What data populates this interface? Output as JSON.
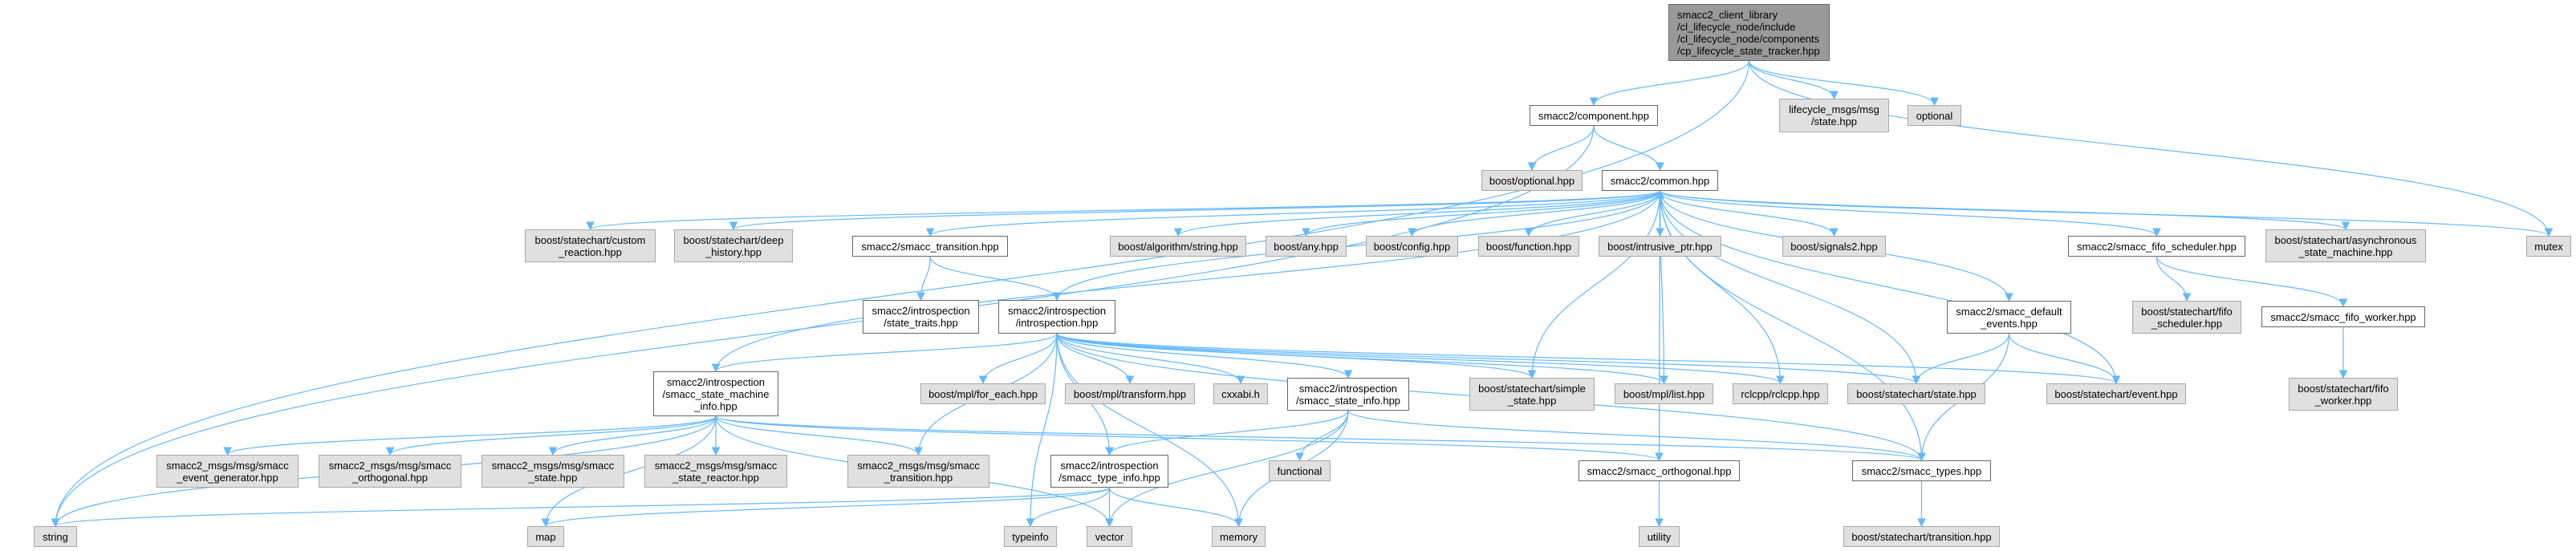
{
  "graph": {
    "type": "include-dependency-graph",
    "nodes": {
      "root": "smacc2_client_library\n/cl_lifecycle_node/include\n/cl_lifecycle_node/components\n/cp_lifecycle_state_tracker.hpp",
      "component": "smacc2/component.hpp",
      "boost_optional": "boost/optional.hpp",
      "common": "smacc2/common.hpp",
      "lifecycle_msgs": "lifecycle_msgs/msg\n/state.hpp",
      "optional": "optional",
      "custom_reaction": "boost/statechart/custom\n_reaction.hpp",
      "deep_history": "boost/statechart/deep\n_history.hpp",
      "smacc_transition": "smacc2/smacc_transition.hpp",
      "algorithm_string": "boost/algorithm/string.hpp",
      "any": "boost/any.hpp",
      "config": "boost/config.hpp",
      "function": "boost/function.hpp",
      "intrusive_ptr": "boost/intrusive_ptr.hpp",
      "signals2": "boost/signals2.hpp",
      "fifo_scheduler": "smacc2/smacc_fifo_scheduler.hpp",
      "async_sm": "boost/statechart/asynchronous\n_state_machine.hpp",
      "mutex": "mutex",
      "state_traits": "smacc2/introspection\n/state_traits.hpp",
      "introspection": "smacc2/introspection\n/introspection.hpp",
      "default_events": "smacc2/smacc_default\n_events.hpp",
      "boost_fifo_scheduler": "boost/statechart/fifo\n_scheduler.hpp",
      "fifo_worker": "smacc2/smacc_fifo_worker.hpp",
      "state_machine_info": "smacc2/introspection\n/smacc_state_machine\n_info.hpp",
      "for_each": "boost/mpl/for_each.hpp",
      "transform": "boost/mpl/transform.hpp",
      "cxxabi": "cxxabi.h",
      "state_info": "smacc2/introspection\n/smacc_state_info.hpp",
      "simple_state": "boost/statechart/simple\n_state.hpp",
      "mpl_list": "boost/mpl/list.hpp",
      "rclcpp": "rclcpp/rclcpp.hpp",
      "state_hpp": "boost/statechart/state.hpp",
      "event_hpp": "boost/statechart/event.hpp",
      "boost_fifo_worker": "boost/statechart/fifo\n_worker.hpp",
      "msg_event_generator": "smacc2_msgs/msg/smacc\n_event_generator.hpp",
      "msg_orthogonal": "smacc2_msgs/msg/smacc\n_orthogonal.hpp",
      "msg_state": "smacc2_msgs/msg/smacc\n_state.hpp",
      "msg_state_reactor": "smacc2_msgs/msg/smacc\n_state_reactor.hpp",
      "msg_transition": "smacc2_msgs/msg/smacc\n_transition.hpp",
      "type_info": "smacc2/introspection\n/smacc_type_info.hpp",
      "functional": "functional",
      "smacc_orthogonal": "smacc2/smacc_orthogonal.hpp",
      "smacc_types": "smacc2/smacc_types.hpp",
      "string": "string",
      "map": "map",
      "typeinfo": "typeinfo",
      "vector": "vector",
      "memory": "memory",
      "utility": "utility",
      "transition_hpp": "boost/statechart/transition.hpp"
    },
    "edges": [
      [
        "root",
        "string"
      ],
      [
        "root",
        "component"
      ],
      [
        "root",
        "lifecycle_msgs"
      ],
      [
        "root",
        "optional"
      ],
      [
        "root",
        "mutex"
      ],
      [
        "component",
        "string"
      ],
      [
        "component",
        "boost_optional"
      ],
      [
        "component",
        "common"
      ],
      [
        "common",
        "custom_reaction"
      ],
      [
        "common",
        "deep_history"
      ],
      [
        "common",
        "smacc_transition"
      ],
      [
        "common",
        "introspection"
      ],
      [
        "common",
        "algorithm_string"
      ],
      [
        "common",
        "any"
      ],
      [
        "common",
        "config"
      ],
      [
        "common",
        "function"
      ],
      [
        "common",
        "intrusive_ptr"
      ],
      [
        "common",
        "signals2"
      ],
      [
        "common",
        "default_events"
      ],
      [
        "common",
        "fifo_scheduler"
      ],
      [
        "common",
        "async_sm"
      ],
      [
        "common",
        "mutex"
      ],
      [
        "common",
        "simple_state"
      ],
      [
        "common",
        "mpl_list"
      ],
      [
        "common",
        "rclcpp"
      ],
      [
        "common",
        "state_hpp"
      ],
      [
        "common",
        "event_hpp"
      ],
      [
        "common",
        "smacc_orthogonal"
      ],
      [
        "common",
        "smacc_types"
      ],
      [
        "smacc_transition",
        "state_traits"
      ],
      [
        "smacc_transition",
        "introspection"
      ],
      [
        "introspection",
        "state_machine_info"
      ],
      [
        "introspection",
        "for_each"
      ],
      [
        "introspection",
        "transform"
      ],
      [
        "introspection",
        "cxxabi"
      ],
      [
        "introspection",
        "state_info"
      ],
      [
        "introspection",
        "simple_state"
      ],
      [
        "introspection",
        "mpl_list"
      ],
      [
        "introspection",
        "rclcpp"
      ],
      [
        "introspection",
        "state_hpp"
      ],
      [
        "introspection",
        "event_hpp"
      ],
      [
        "introspection",
        "type_info"
      ],
      [
        "introspection",
        "typeinfo"
      ],
      [
        "introspection",
        "memory"
      ],
      [
        "introspection",
        "msg_transition"
      ],
      [
        "introspection",
        "smacc_types"
      ],
      [
        "state_machine_info",
        "common"
      ],
      [
        "state_machine_info",
        "string"
      ],
      [
        "state_machine_info",
        "msg_event_generator"
      ],
      [
        "state_machine_info",
        "msg_orthogonal"
      ],
      [
        "state_machine_info",
        "msg_state"
      ],
      [
        "state_machine_info",
        "msg_state_reactor"
      ],
      [
        "state_machine_info",
        "msg_transition"
      ],
      [
        "state_machine_info",
        "map"
      ],
      [
        "state_machine_info",
        "vector"
      ],
      [
        "state_machine_info",
        "smacc_types"
      ],
      [
        "state_machine_info",
        "smacc_orthogonal"
      ],
      [
        "state_info",
        "type_info"
      ],
      [
        "state_info",
        "functional"
      ],
      [
        "state_info",
        "vector"
      ],
      [
        "state_info",
        "memory"
      ],
      [
        "state_info",
        "smacc_types"
      ],
      [
        "type_info",
        "string"
      ],
      [
        "type_info",
        "map"
      ],
      [
        "type_info",
        "typeinfo"
      ],
      [
        "type_info",
        "vector"
      ],
      [
        "type_info",
        "memory"
      ],
      [
        "smacc_orthogonal",
        "utility"
      ],
      [
        "smacc_orthogonal",
        "common"
      ],
      [
        "smacc_types",
        "transition_hpp"
      ],
      [
        "default_events",
        "state_hpp"
      ],
      [
        "default_events",
        "event_hpp"
      ],
      [
        "default_events",
        "smacc_types"
      ],
      [
        "fifo_scheduler",
        "boost_fifo_scheduler"
      ],
      [
        "fifo_scheduler",
        "fifo_worker"
      ],
      [
        "fifo_worker",
        "boost_fifo_worker"
      ]
    ],
    "colors": {
      "edge": "#63b8ff",
      "node_border": "#666666",
      "external_fill": "#e0e0e0",
      "root_fill": "#999999"
    }
  }
}
